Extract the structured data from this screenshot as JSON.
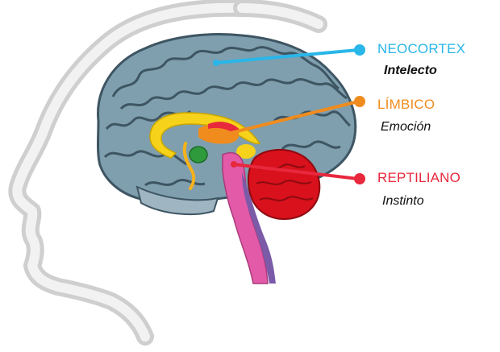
{
  "labels": {
    "neocortex": {
      "name": "NEOCORTEX",
      "desc": "Intelecto"
    },
    "limbico": {
      "name": "LÍMBICO",
      "desc": "Emoción"
    },
    "reptiliano": {
      "name": "REPTILIANO",
      "desc": "Instinto"
    }
  },
  "colors": {
    "neocortex": "#29b6e8",
    "limbico": "#f08c1e",
    "reptiliano": "#e8283c",
    "cortex_fill": "#7f9fae",
    "cortex_dark": "#3e5563",
    "brainstem": "#e35aa8",
    "cerebellum": "#d8111c",
    "limbic_yellow": "#f6d21a",
    "limbic_green": "#2e9a3c",
    "head_outline": "#c9c9c9"
  }
}
